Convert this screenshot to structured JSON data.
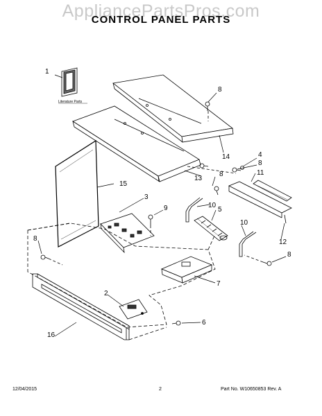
{
  "watermark": "AppliancePartsPros.com",
  "title": "CONTROL PANEL PARTS",
  "literature_label": "Literature Parts",
  "callouts": {
    "c1": "1",
    "c2": "2",
    "c3": "3",
    "c4": "4",
    "c5": "5",
    "c6": "6",
    "c7": "7",
    "c8a": "8",
    "c8b": "8",
    "c8c": "8",
    "c8d": "8",
    "c8e": "8",
    "c9": "9",
    "c10a": "10",
    "c10b": "10",
    "c11": "11",
    "c12": "12",
    "c13": "13",
    "c14": "14",
    "c15": "15",
    "c16": "16"
  },
  "footer": {
    "date": "12/04/2015",
    "page": "2",
    "part_rev": "Part No. W10650853  Rev. A"
  }
}
